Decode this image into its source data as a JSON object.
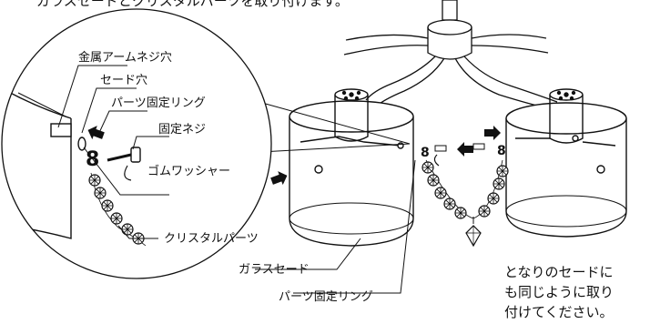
{
  "header_text": "ガラスセードとクリスタルパーツを取り付けます。",
  "labels": {
    "metal_arm_screw_hole": "金属アームネジ穴",
    "shade_hole": "セード穴",
    "parts_fixing_ring": "パーツ固定リング",
    "fixing_screw": "固定ネジ",
    "rubber_washer": "ゴムワッシャー",
    "crystal_parts": "クリスタルパーツ",
    "glass_shade": "ガラスセード",
    "parts_fixing_ring_2": "パーツ固定リング"
  },
  "note": {
    "line1": "となりのセードに",
    "line2": "も同じように取り",
    "line3": "付けてください。"
  }
}
